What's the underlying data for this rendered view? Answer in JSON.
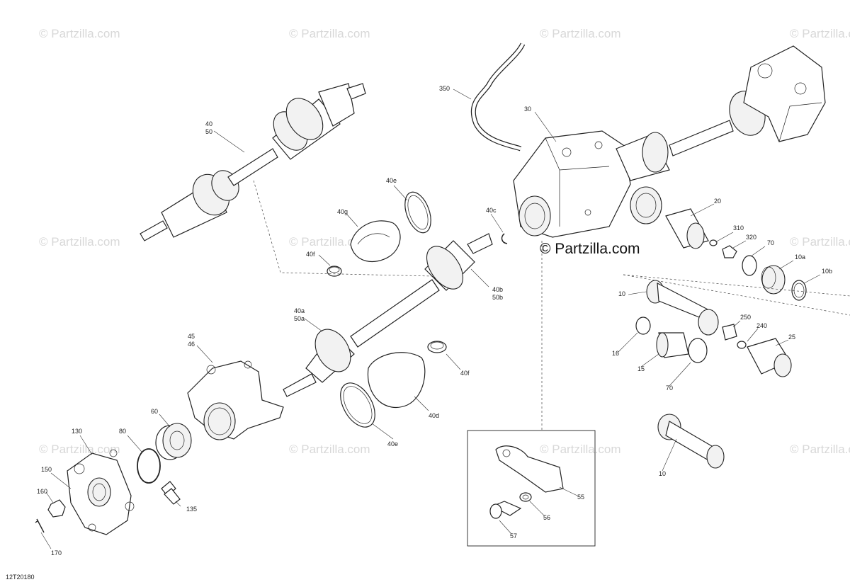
{
  "diagram": {
    "code": "12T20180",
    "watermark_text": "© Partzilla.com",
    "watermark_center": "© Partzilla.com",
    "callouts": {
      "p350": "350",
      "p30": "30",
      "p40_50_a": "40",
      "p40_50_b": "50",
      "p40e_top": "40e",
      "p40g": "40g",
      "p40f_top": "40f",
      "p40c": "40c",
      "p40b": "40b",
      "p50b": "50b",
      "p40a": "40a",
      "p50a": "50a",
      "p40f_bot": "40f",
      "p40d": "40d",
      "p40e_bot": "40e",
      "p45": "45",
      "p46": "46",
      "p60": "60",
      "p80": "80",
      "p130": "130",
      "p150": "150",
      "p160": "160",
      "p135": "135",
      "p170": "170",
      "p20": "20",
      "p310": "310",
      "p320": "320",
      "p70_top": "70",
      "p10a": "10a",
      "p10b": "10b",
      "p10_top": "10",
      "p250": "250",
      "p240": "240",
      "p25": "25",
      "p16": "16",
      "p15": "15",
      "p70_bot": "70",
      "p10_bot": "10",
      "p55": "55",
      "p56": "56",
      "p57": "57"
    }
  }
}
